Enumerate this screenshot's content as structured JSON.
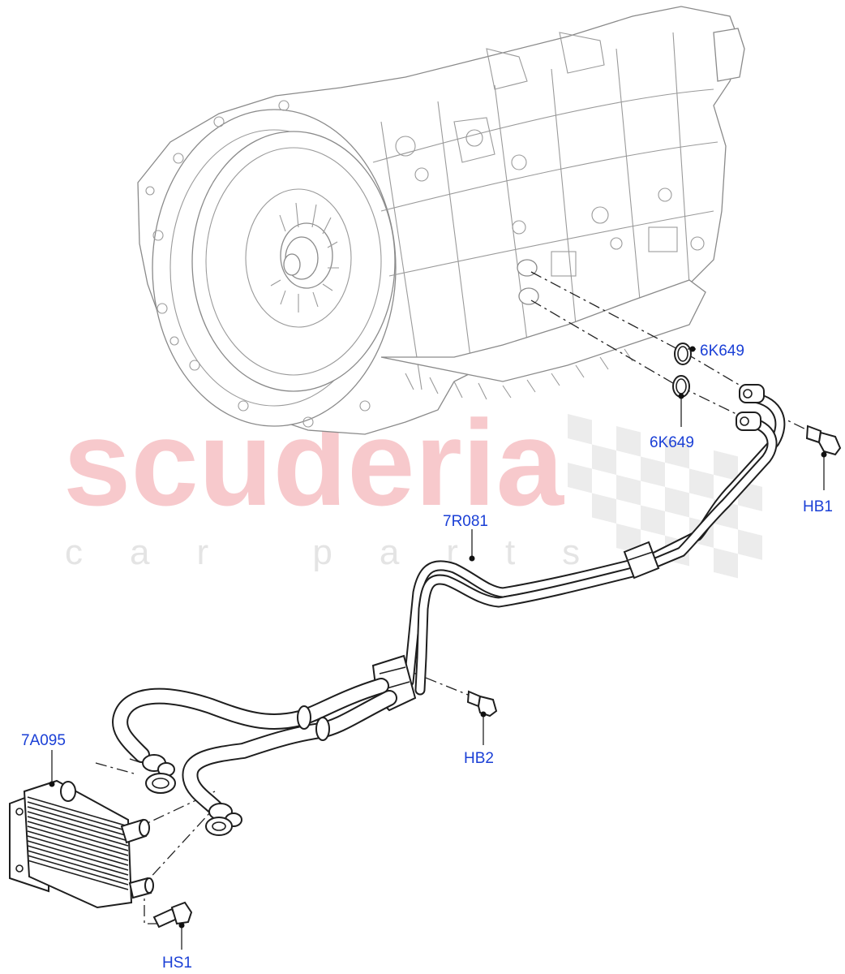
{
  "watermark": {
    "brand": "scuderia",
    "tagline": "car parts"
  },
  "callouts": [
    {
      "id": "6K649-upper",
      "label": "6K649"
    },
    {
      "id": "6K649-lower",
      "label": "6K649"
    },
    {
      "id": "HB1",
      "label": "HB1"
    },
    {
      "id": "7R081",
      "label": "7R081"
    },
    {
      "id": "HB2",
      "label": "HB2"
    },
    {
      "id": "7A095",
      "label": "7A095"
    },
    {
      "id": "HS1",
      "label": "HS1"
    }
  ],
  "colors": {
    "callout_text": "#1a3fd6",
    "watermark_main": "#f7c9cc",
    "watermark_sub": "#e4e4e4",
    "line": "#1e1e1e"
  }
}
